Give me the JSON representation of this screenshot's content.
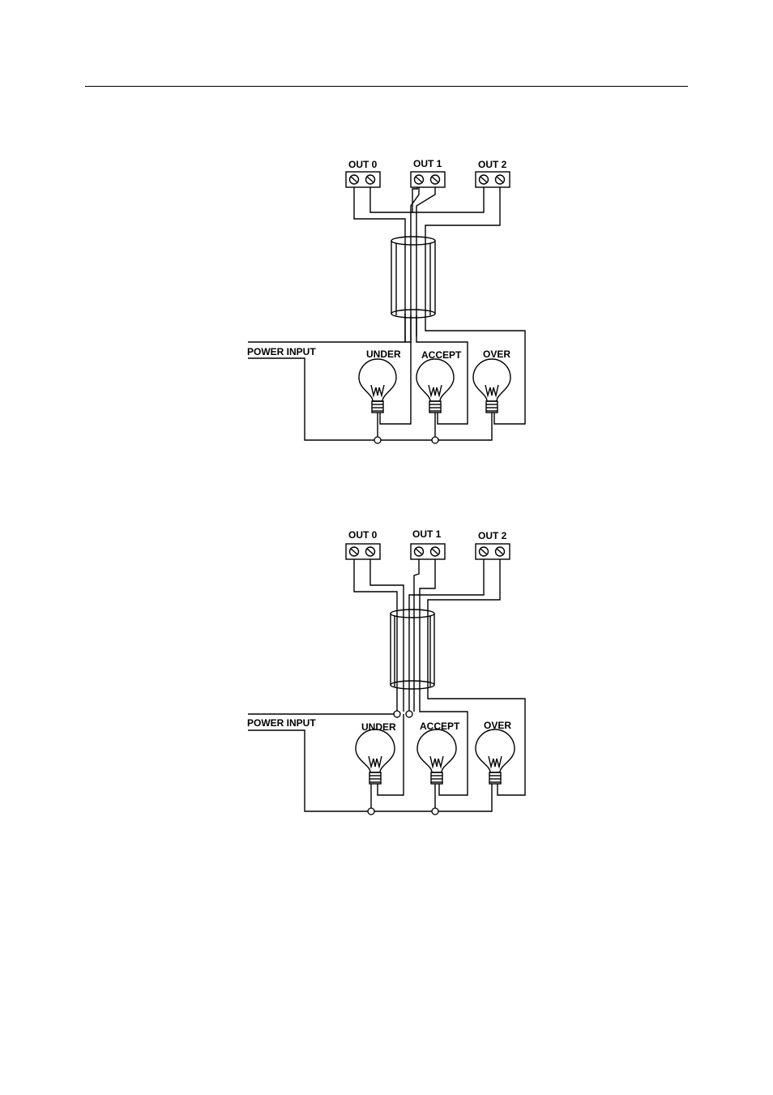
{
  "diagrams": [
    {
      "terminals": [
        "OUT 0",
        "OUT 1",
        "OUT 2"
      ],
      "power_label": "POWER INPUT",
      "lamps": [
        "UNDER",
        "ACCEPT",
        "OVER"
      ]
    },
    {
      "terminals": [
        "OUT 0",
        "OUT 1",
        "OUT 2"
      ],
      "power_label": "POWER INPUT",
      "lamps": [
        "UNDER",
        "ACCEPT",
        "OVER"
      ]
    }
  ]
}
